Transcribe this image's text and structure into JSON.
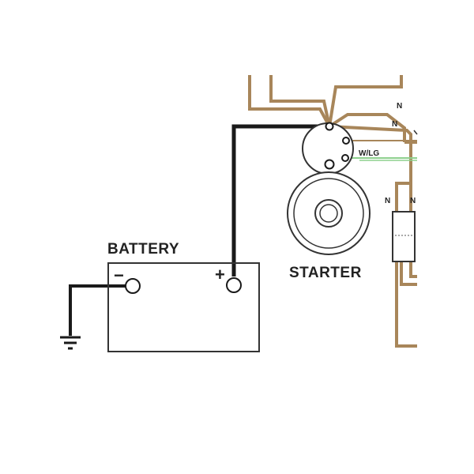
{
  "diagram": {
    "battery": {
      "label": "BATTERY",
      "negative_symbol": "−",
      "positive_symbol": "+"
    },
    "starter": {
      "label": "STARTER"
    },
    "wire_labels": {
      "n1": "N",
      "n2": "N",
      "n3": "N",
      "n4": "N",
      "w_lg": "W/LG"
    },
    "colors": {
      "brown_wire": "#a8865a",
      "black_wire": "#1a1a1a",
      "green_wire": "#8ed08e",
      "outline": "#333333"
    },
    "icons": [
      "ground-icon",
      "terminal-icon"
    ]
  }
}
